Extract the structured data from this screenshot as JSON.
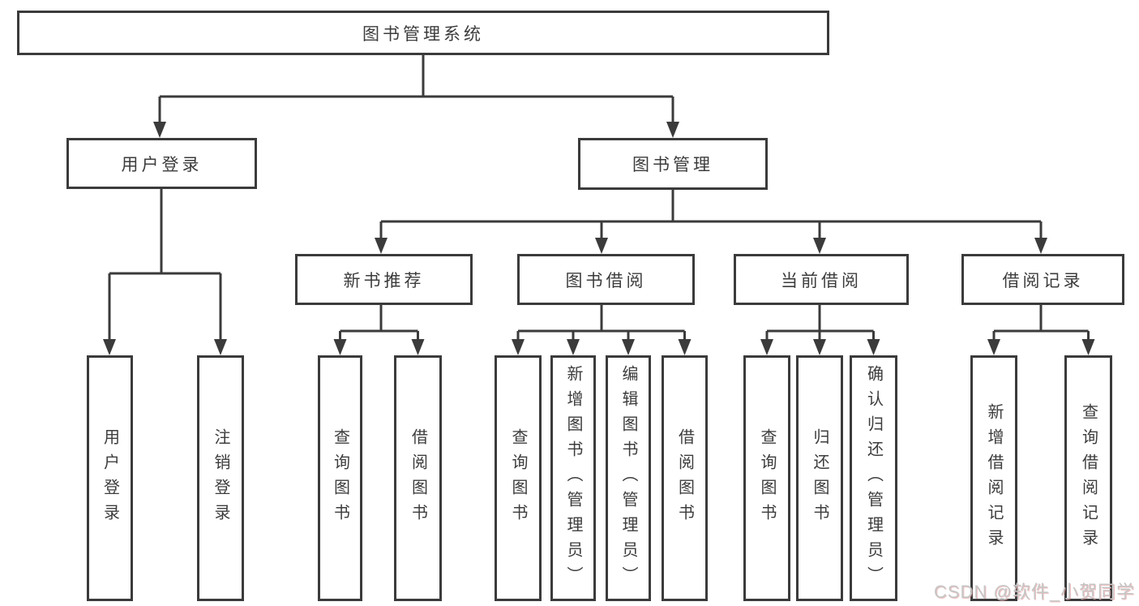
{
  "root": {
    "label": "图书管理系统"
  },
  "level2": {
    "user_login": {
      "label": "用户登录"
    },
    "book_management": {
      "label": "图书管理"
    }
  },
  "level3": {
    "new_book_recommend": {
      "label": "新书推荐"
    },
    "book_borrow": {
      "label": "图书借阅"
    },
    "current_borrow": {
      "label": "当前借阅"
    },
    "borrow_record": {
      "label": "借阅记录"
    }
  },
  "leaves": [
    "用户登录",
    "注销登录",
    "查询图书",
    "借阅图书",
    "查询图书",
    "新增图书（管理员）",
    "编辑图书（管理员）",
    "借阅图书",
    "查询图书",
    "归还图书",
    "确认归还（管理员）",
    "新增借阅记录",
    "查询借阅记录"
  ],
  "watermark": {
    "text": "CSDN @软件_小贺同学"
  },
  "colors": {
    "line": "#3b3b3b",
    "box_border": "#3b3b3b",
    "text": "#3c3c3c",
    "background": "#ffffff",
    "watermark_text": "#c6c6c6"
  }
}
